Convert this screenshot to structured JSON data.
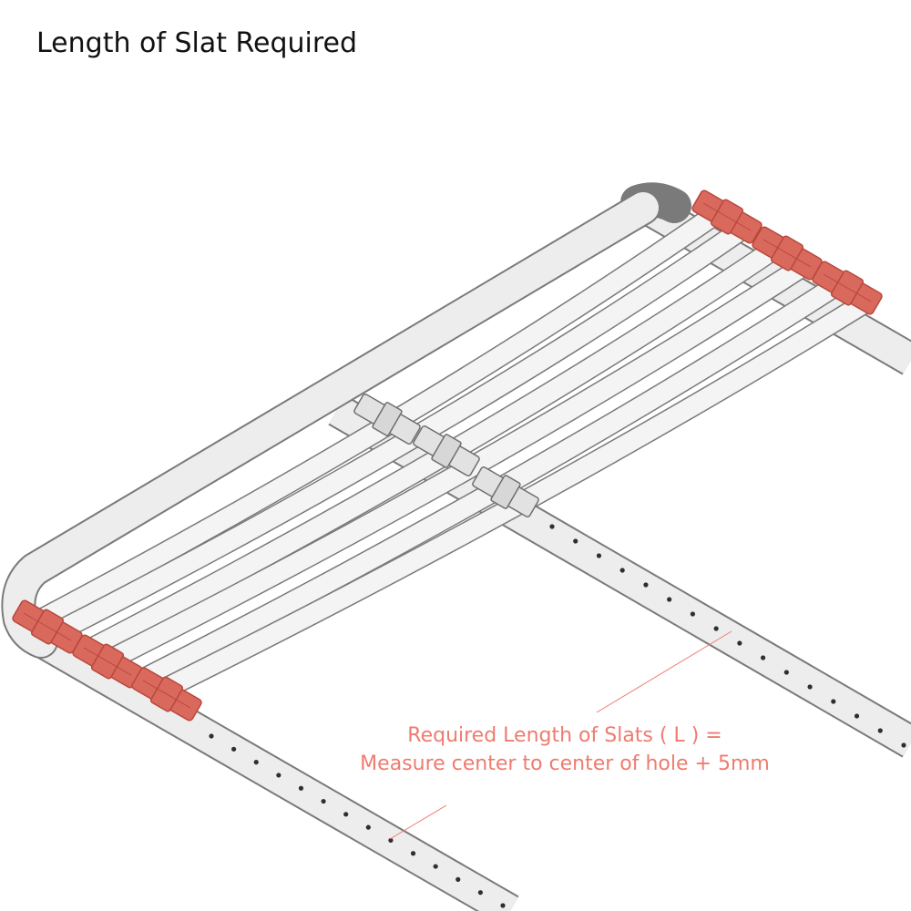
{
  "title": "Length of Slat Required",
  "annotation": {
    "line1": "Required Length of Slats ( L ) =",
    "line2": "Measure center to center of hole + 5mm"
  },
  "colors": {
    "frame_fill": "#ededed",
    "frame_stroke": "#7a7a7a",
    "slat_fill": "#f4f4f4",
    "end_cap": "#d9695d",
    "end_cap_dark": "#b8473c",
    "annotation": "#ef7b6f",
    "title": "#111111"
  },
  "icons": {
    "end_cap": "slat-end-cap-icon",
    "center_holder": "slat-holder-icon"
  }
}
